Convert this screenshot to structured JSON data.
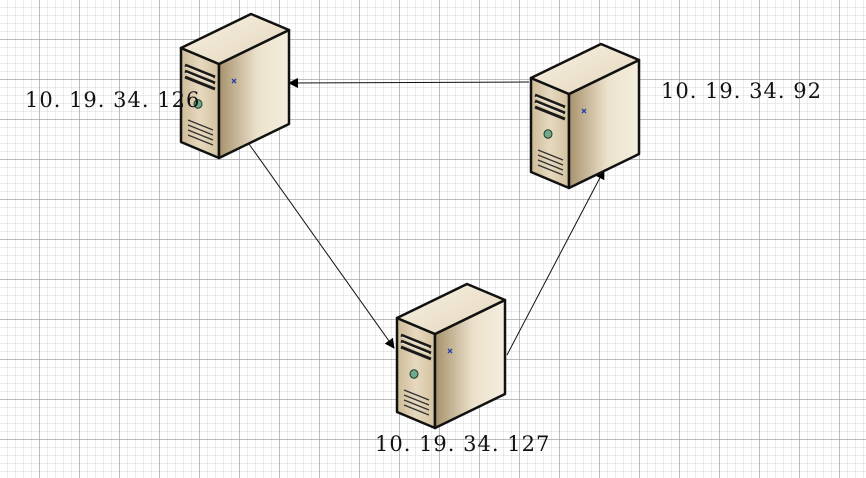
{
  "diagram": {
    "nodes": [
      {
        "id": "n126",
        "label": "10. 19. 34. 126"
      },
      {
        "id": "n92",
        "label": "10. 19. 34. 92"
      },
      {
        "id": "n127",
        "label": "10. 19. 34. 127"
      }
    ],
    "edges": [
      {
        "from": "n126",
        "to": "n127"
      },
      {
        "from": "n127",
        "to": "n92"
      },
      {
        "from": "n92",
        "to": "n126"
      }
    ]
  }
}
